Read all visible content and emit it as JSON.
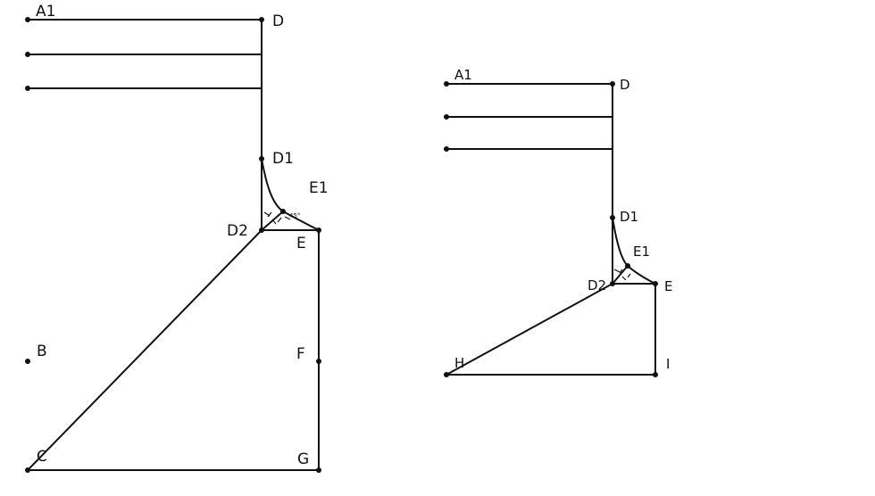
{
  "colors": {
    "line": "#111111",
    "background": "#ffffff"
  },
  "left_draft": {
    "labels": {
      "A1": "A1",
      "D": "D",
      "D1": "D1",
      "E1": "E1",
      "D2": "D2",
      "E": "E",
      "B": "B",
      "F": "F",
      "C": "C",
      "G": "G"
    },
    "angle_note": "45°"
  },
  "right_draft": {
    "labels": {
      "A1": "A1",
      "D": "D",
      "D1": "D1",
      "E1": "E1",
      "D2": "D2",
      "E": "E",
      "H": "H",
      "I": "I"
    }
  }
}
